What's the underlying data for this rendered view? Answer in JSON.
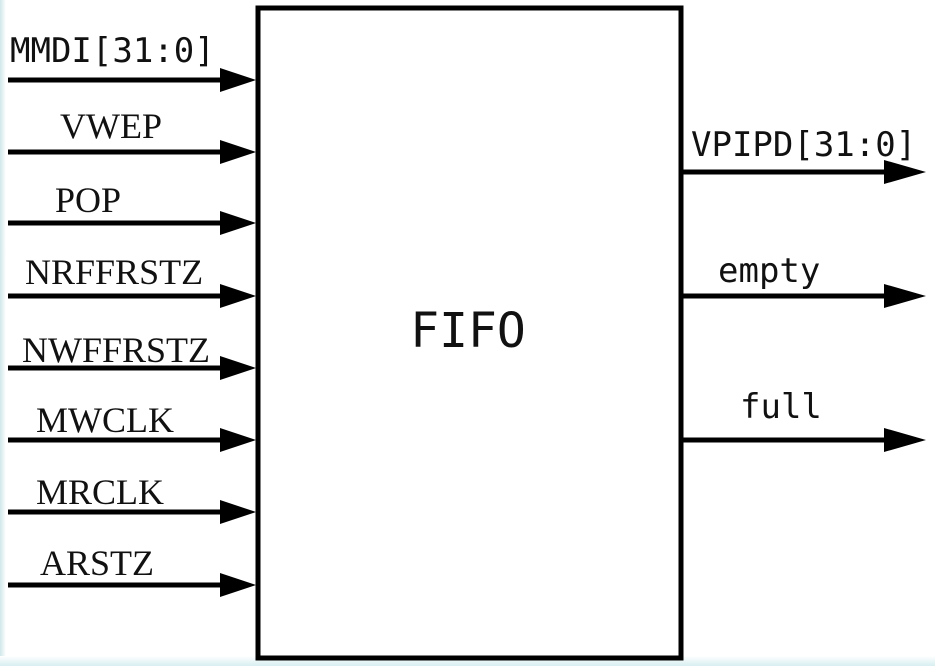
{
  "block": {
    "label": "FIFO"
  },
  "inputs": [
    {
      "label": "MMDI[31:0]"
    },
    {
      "label": "VWEP"
    },
    {
      "label": "POP"
    },
    {
      "label": "NRFFRSTZ"
    },
    {
      "label": "NWFFRSTZ"
    },
    {
      "label": "MWCLK"
    },
    {
      "label": "MRCLK"
    },
    {
      "label": "ARSTZ"
    }
  ],
  "outputs": [
    {
      "label": "VPIPD[31:0]"
    },
    {
      "label": "empty"
    },
    {
      "label": "full"
    }
  ]
}
